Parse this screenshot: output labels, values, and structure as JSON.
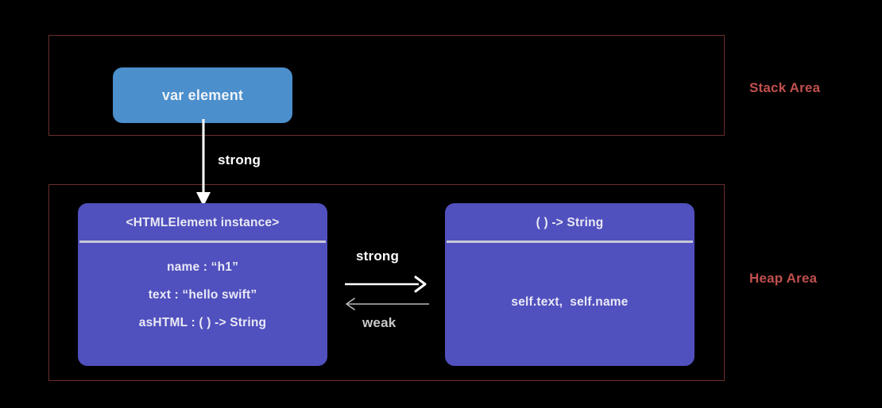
{
  "areas": {
    "stack": {
      "label": "Stack Area",
      "color": "#c0504d"
    },
    "heap": {
      "label": "Heap Area",
      "color": "#c0504d"
    }
  },
  "stack_box": {
    "label": "var element",
    "color": "#4b8fcc"
  },
  "heap_boxes": [
    {
      "title": "<HTMLElement instance>",
      "color": "#5050be",
      "rows": [
        "name : “h1”",
        "text : “hello swift”",
        "asHTML : ( ) -> String"
      ]
    },
    {
      "title": "( ) -> String",
      "color": "#5050be",
      "rows": [
        "self.text,  self.name"
      ]
    }
  ],
  "arrows": {
    "vertical_strong": {
      "label": "strong",
      "color": "#ffffff",
      "direction": "down"
    },
    "horizontal_strong": {
      "label": "strong",
      "color": "#ffffff",
      "direction": "right"
    },
    "horizontal_weak": {
      "label": "weak",
      "color": "#c9c9c9",
      "direction": "left"
    }
  }
}
